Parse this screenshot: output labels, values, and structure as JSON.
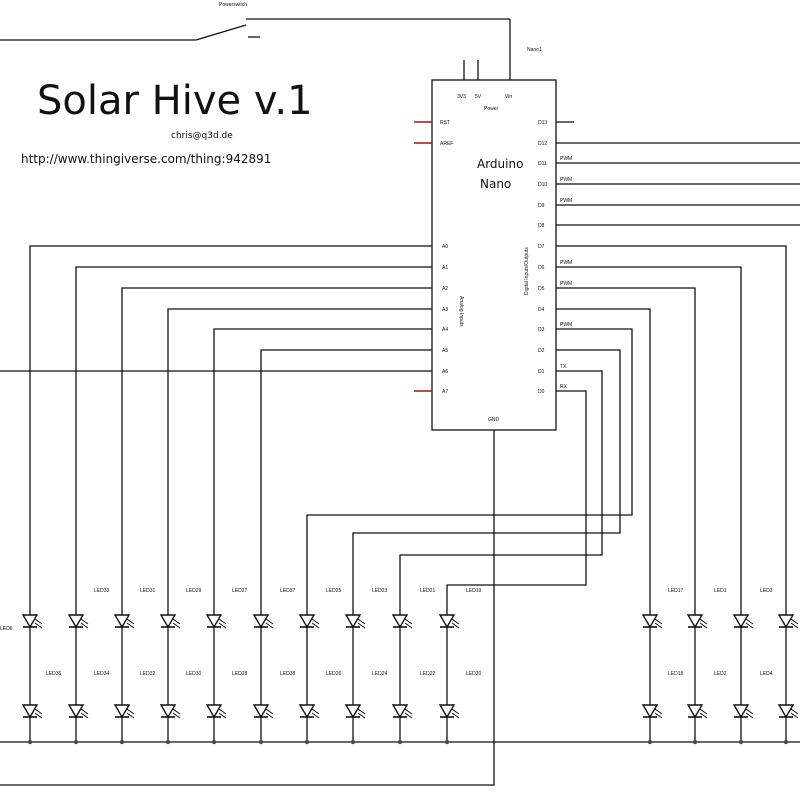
{
  "title": "Solar Hive v.1",
  "email": "chris@q3d.de",
  "url": "http://www.thingiverse.com/thing:942891",
  "power_switch": "Powerswitch",
  "board_ref": "Nano1",
  "chip_name_line1": "Arduino",
  "chip_name_line2": "Nano",
  "power_pins": [
    "3V3",
    "5V",
    "Vin"
  ],
  "power_label": "Power",
  "left_pins_top": [
    "RST",
    "AREF"
  ],
  "analog_pins": [
    "A0",
    "A1",
    "A2",
    "A3",
    "A4",
    "A5",
    "A6",
    "A7"
  ],
  "analog_label": "Analog Inputs",
  "digital_pins": [
    "D13",
    "D12",
    "D11",
    "D10",
    "D9",
    "D8",
    "D7",
    "D6",
    "D5",
    "D4",
    "D3",
    "D2",
    "D1",
    "D0"
  ],
  "pwm_tag": "PWM",
  "tx_tag": "TX",
  "rx_tag": "RX",
  "digital_label": "Digital Inputs/Outputs",
  "gnd_label": "GND",
  "led_top_labels": [
    "LED6",
    "LED33",
    "LED31",
    "LED29",
    "LED27",
    "LED37",
    "LED25",
    "LED23",
    "LED21",
    "LED19",
    "LED17",
    "LED1",
    "LED3"
  ],
  "led_bottom_labels": [
    "LED36",
    "LED34",
    "LED32",
    "LED30",
    "LED28",
    "LED38",
    "LED26",
    "LED24",
    "LED22",
    "LED20",
    "LED18",
    "LED2",
    "LED4"
  ]
}
